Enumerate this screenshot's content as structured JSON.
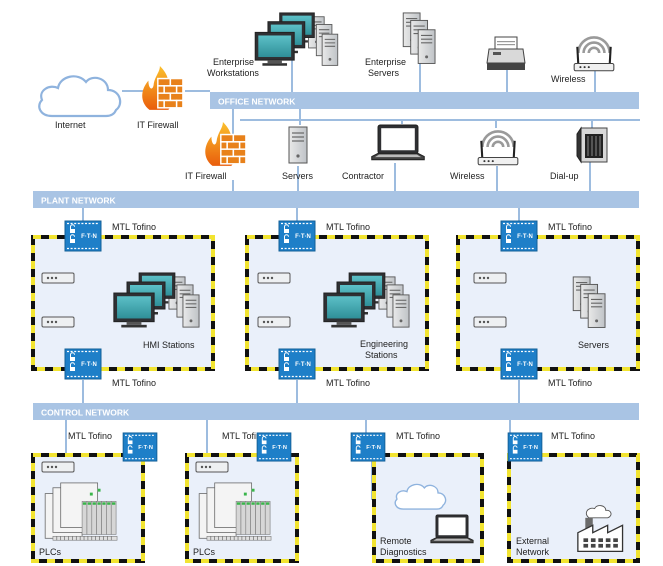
{
  "networks": {
    "office": "OFFICE NETWORK",
    "plant": "PLANT NETWORK",
    "control": "CONTROL NETWORK"
  },
  "labels": {
    "internet": "Internet",
    "it_firewall_top": "IT Firewall",
    "it_firewall_mid": "IT Firewall",
    "enterprise_workstations_1": "Enterprise",
    "enterprise_workstations_2": "Workstations",
    "enterprise_servers_1": "Enterprise",
    "enterprise_servers_2": "Servers",
    "wireless_top": "Wireless",
    "servers_mid": "Servers",
    "contractor": "Contractor",
    "wireless_mid": "Wireless",
    "dialup": "Dial-up",
    "hmi_stations": "HMI Stations",
    "engineering_1": "Engineering",
    "engineering_2": "Stations",
    "zone_servers": "Servers",
    "plcs_1": "PLCs",
    "plcs_2": "PLCs",
    "remote_1": "Remote",
    "remote_2": "Diagnostics",
    "external_1": "External",
    "external_2": "Network"
  },
  "tofino_label": "MTL Tofino",
  "tofino_brand": "F·T·N",
  "colors": {
    "network_bar": "#a9c4e4",
    "link_line": "#9dbcdf",
    "tofino_blue": "#1e7fc8",
    "zone_fill": "#eaf0fa",
    "zone_stripe": "#f2e431",
    "firewall_flame": "#f39a1c",
    "firewall_brick": "#e8811a"
  }
}
